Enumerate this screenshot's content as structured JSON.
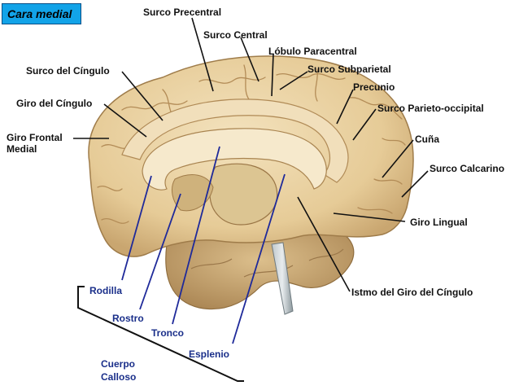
{
  "badge": {
    "title": "Cara medial"
  },
  "labels": {
    "surco_precentral": "Surco Precentral",
    "surco_central": "Surco Central",
    "lobulo_paracentral": "Lóbulo Paracentral",
    "surco_subparietal": "Surco Subparietal",
    "precunio": "Precunio",
    "surco_parieto_occipital": "Surco Parieto-occipital",
    "cuna": "Cuña",
    "surco_calcarino": "Surco Calcarino",
    "giro_lingual": "Giro Lingual",
    "istmo": "Istmo del Giro del Cíngulo",
    "surco_cingulo": "Surco del Cíngulo",
    "giro_cingulo": "Giro del Cíngulo",
    "giro_frontal_l1": "Giro Frontal",
    "giro_frontal_l2": "Medial"
  },
  "callosum": {
    "rodilla": "Rodilla",
    "rostro": "Rostro",
    "tronco": "Tronco",
    "esplenio": "Esplenio",
    "group_l1": "Cuerpo",
    "group_l2": "Calloso"
  },
  "colors": {
    "brain": "#e9d3a6",
    "brain_dark": "#b99461",
    "cingulate": "#f1dfbb",
    "leader_black": "#111111",
    "leader_blue": "#1f2a9a",
    "badge_bg": "#12a3e8"
  }
}
